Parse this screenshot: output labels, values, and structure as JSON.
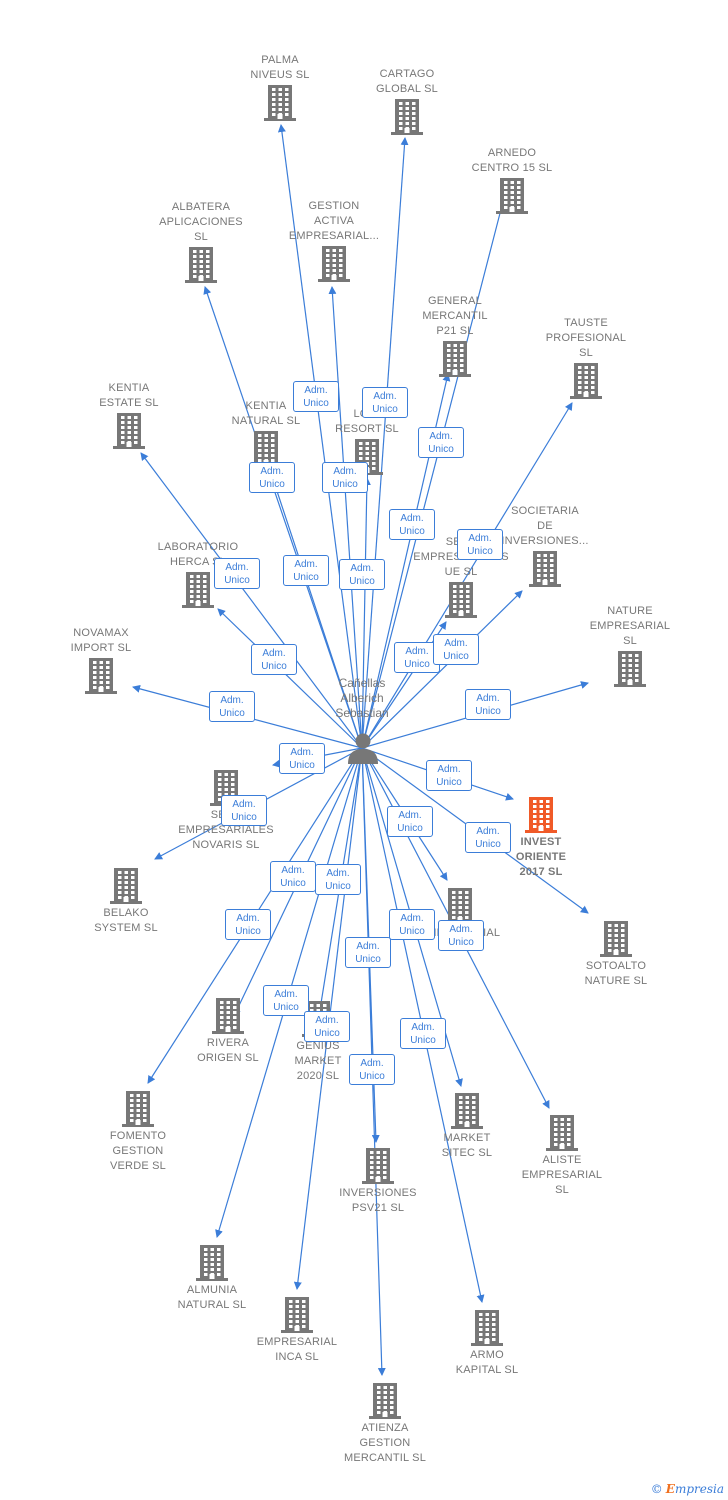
{
  "center": {
    "name": "Cañellas\nAlberich\nSebastian"
  },
  "edge_label": "Adm.\nUnico",
  "colors": {
    "edge": "#3b7dd8",
    "building": "#777777",
    "highlight": "#f05a28"
  },
  "footer": {
    "copyright": "©",
    "brand_initial": "E",
    "brand_rest": "mpresia"
  },
  "companies": [
    {
      "id": "palma",
      "name": "PALMA\nNIVEUS SL",
      "highlight": false
    },
    {
      "id": "cartago",
      "name": "CARTAGO\nGLOBAL SL",
      "highlight": false
    },
    {
      "id": "arnedo",
      "name": "ARNEDO\nCENTRO 15 SL",
      "highlight": false
    },
    {
      "id": "albatera",
      "name": "ALBATERA\nAPLICACIONES\nSL",
      "highlight": false
    },
    {
      "id": "gestion",
      "name": "GESTION\nACTIVA\nEMPRESARIAL...",
      "highlight": false
    },
    {
      "id": "general",
      "name": "GENERAL\nMERCANTIL\nP21 SL",
      "highlight": false
    },
    {
      "id": "tauste",
      "name": "TAUSTE\nPROFESIONAL\nSL",
      "highlight": false
    },
    {
      "id": "kentiaestate",
      "name": "KENTIA\nESTATE SL",
      "highlight": false
    },
    {
      "id": "kentianatural",
      "name": "KENTIA\nNATURAL SL",
      "highlight": false
    },
    {
      "id": "logi",
      "name": "LOGI\nRESORT SL",
      "highlight": false
    },
    {
      "id": "laboratorio",
      "name": "LABORATORIO\nHERCA SL",
      "highlight": false
    },
    {
      "id": "servue",
      "name": "SERV\nEMPRESARIALES\nUE SL",
      "highlight": false
    },
    {
      "id": "societaria",
      "name": "SOCIETARIA\nDE\nINVERSIONES...",
      "highlight": false
    },
    {
      "id": "novamax",
      "name": "NOVAMAX\nIMPORT SL",
      "highlight": false
    },
    {
      "id": "nature",
      "name": "NATURE\nEMPRESARIAL\nSL",
      "highlight": false
    },
    {
      "id": "servnovaris",
      "name": "SERV\nEMPRESARIALES\nNOVARIS SL",
      "highlight": false
    },
    {
      "id": "invest",
      "name": "INVEST\nORIENTE\n2017 SL",
      "highlight": true
    },
    {
      "id": "belako",
      "name": "BELAKO\nSYSTEM SL",
      "highlight": false
    },
    {
      "id": "empresarial2",
      "name": "EMPRESARIAL\nSL",
      "highlight": false
    },
    {
      "id": "sotoalto",
      "name": "SOTOALTO\nNATURE SL",
      "highlight": false
    },
    {
      "id": "rivera",
      "name": "RIVERA\nORIGEN SL",
      "highlight": false
    },
    {
      "id": "genius",
      "name": "GENIUS\nMARKET\n2020 SL",
      "highlight": false
    },
    {
      "id": "fomento",
      "name": "FOMENTO\nGESTION\nVERDE SL",
      "highlight": false
    },
    {
      "id": "market",
      "name": "MARKET\nSITEC SL",
      "highlight": false
    },
    {
      "id": "aliste",
      "name": "ALISTE\nEMPRESARIAL\nSL",
      "highlight": false
    },
    {
      "id": "inversiones",
      "name": "INVERSIONES\nPSV21 SL",
      "highlight": false
    },
    {
      "id": "almunia",
      "name": "ALMUNIA\nNATURAL SL",
      "highlight": false
    },
    {
      "id": "inca",
      "name": "EMPRESARIAL\nINCA SL",
      "highlight": false
    },
    {
      "id": "armo",
      "name": "ARMO\nKAPITAL SL",
      "highlight": false
    },
    {
      "id": "atienza",
      "name": "ATIENZA\nGESTION\nMERCANTIL SL",
      "highlight": false
    }
  ]
}
